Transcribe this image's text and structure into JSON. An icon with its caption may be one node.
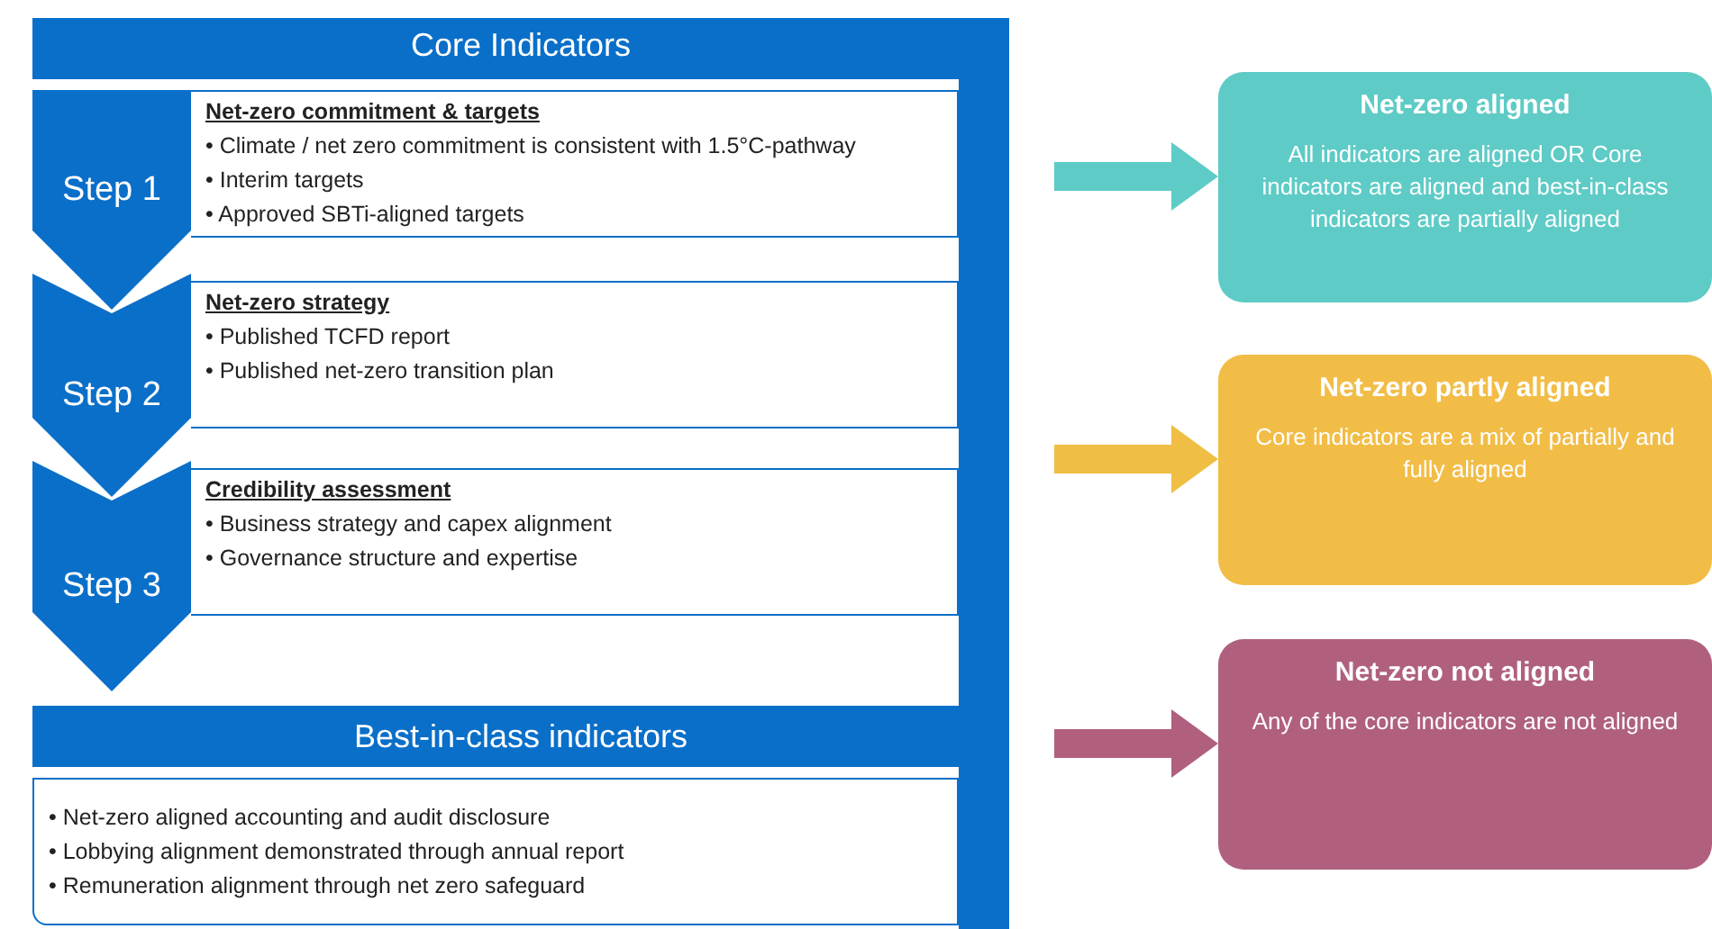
{
  "diagram": {
    "nodes": [
      {
        "text": [
          "Core Indicators"
        ]
      },
      {
        "text": [
          "Step 1"
        ],
        "in": 0
      },
      {
        "text": [
          "Net-zero commitment & targets",
          "• Climate / net zero commitment is consistent with 1.5°C-pathway",
          "• Interim targets",
          "• Approved SBTi-aligned targets"
        ],
        "in": 0
      },
      {
        "text": [
          "Step 2"
        ],
        "in": 0
      },
      {
        "text": [
          "Net-zero strategy",
          "• Published TCFD report",
          "• Published net-zero transition plan"
        ],
        "in": 0
      },
      {
        "text": [
          "Step 3"
        ],
        "in": 0
      },
      {
        "text": [
          "Credibility assessment",
          "• Business strategy and capex alignment",
          "• Governance structure and expertise"
        ],
        "in": 0
      },
      {
        "text": [
          "Best-in-class indicators"
        ],
        "in": 0
      },
      {
        "text": [
          "• Net-zero aligned accounting and audit disclosure",
          "• Lobbying alignment demonstrated through annual report",
          "• Remuneration alignment through net zero safeguard"
        ],
        "in": 0
      },
      {
        "text": [
          "Net-zero aligned",
          "All indicators are aligned OR Core indicators are aligned and best-in-class indicators are partially aligned"
        ]
      },
      {
        "text": [
          "Net-zero partly aligned",
          "Core indicators are a mix of partially and fully aligned"
        ]
      },
      {
        "text": [
          "Net-zero not aligned",
          "Any of the core indicators are not aligned"
        ]
      }
    ],
    "edges": [
      {
        "from": null,
        "to": 9,
        "arrow": "to",
        "color": "#5ecbc6"
      },
      {
        "from": null,
        "to": 10,
        "arrow": "to",
        "color": "#f0be45"
      },
      {
        "from": null,
        "to": 11,
        "arrow": "to",
        "color": "#b0607e"
      }
    ]
  }
}
